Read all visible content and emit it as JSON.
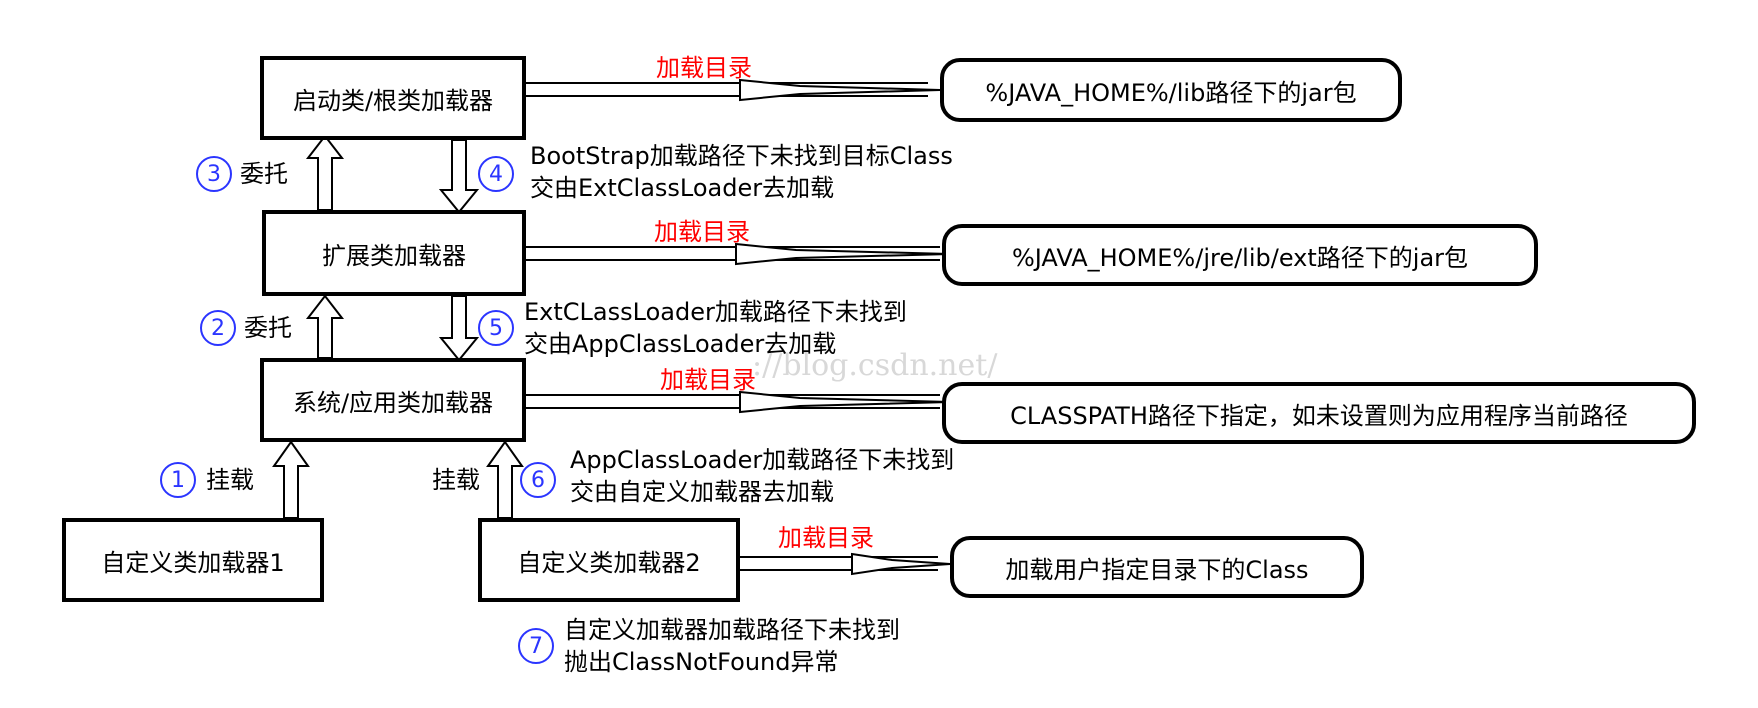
{
  "boxes": {
    "bootstrap": "启动类/根类加载器",
    "ext": "扩展类加载器",
    "app": "系统/应用类加载器",
    "custom1": "自定义类加载器1",
    "custom2": "自定义类加载器2"
  },
  "targets": {
    "bootstrap": "%JAVA_HOME%/lib路径下的jar包",
    "ext": "%JAVA_HOME%/jre/lib/ext路径下的jar包",
    "app": "CLASSPATH路径下指定，如未设置则为应用程序当前路径",
    "custom2": "加载用户指定目录下的Class"
  },
  "load_dir_label": "加载目录",
  "labels": {
    "delegate": "委托",
    "mount": "挂载"
  },
  "steps": {
    "s1": "1",
    "s2": "2",
    "s3": "3",
    "s4": "4",
    "s5": "5",
    "s6": "6",
    "s7": "7"
  },
  "notes": {
    "n4_line1": "BootStrap加载路径下未找到目标Class",
    "n4_line2": "交由ExtClassLoader去加载",
    "n5_line1": "ExtCLassLoader加载路径下未找到",
    "n5_line2": "交由AppClassLoader去加载",
    "n6_line1": "AppClassLoader加载路径下未找到",
    "n6_line2": "交由自定义加载器去加载",
    "n7_line1": "自定义加载器加载路径下未找到",
    "n7_line2": "抛出ClassNotFound异常"
  },
  "watermark": "://blog.csdn.net/",
  "colors": {
    "accent_red": "#ff0000",
    "step_blue": "#2b35ff"
  }
}
